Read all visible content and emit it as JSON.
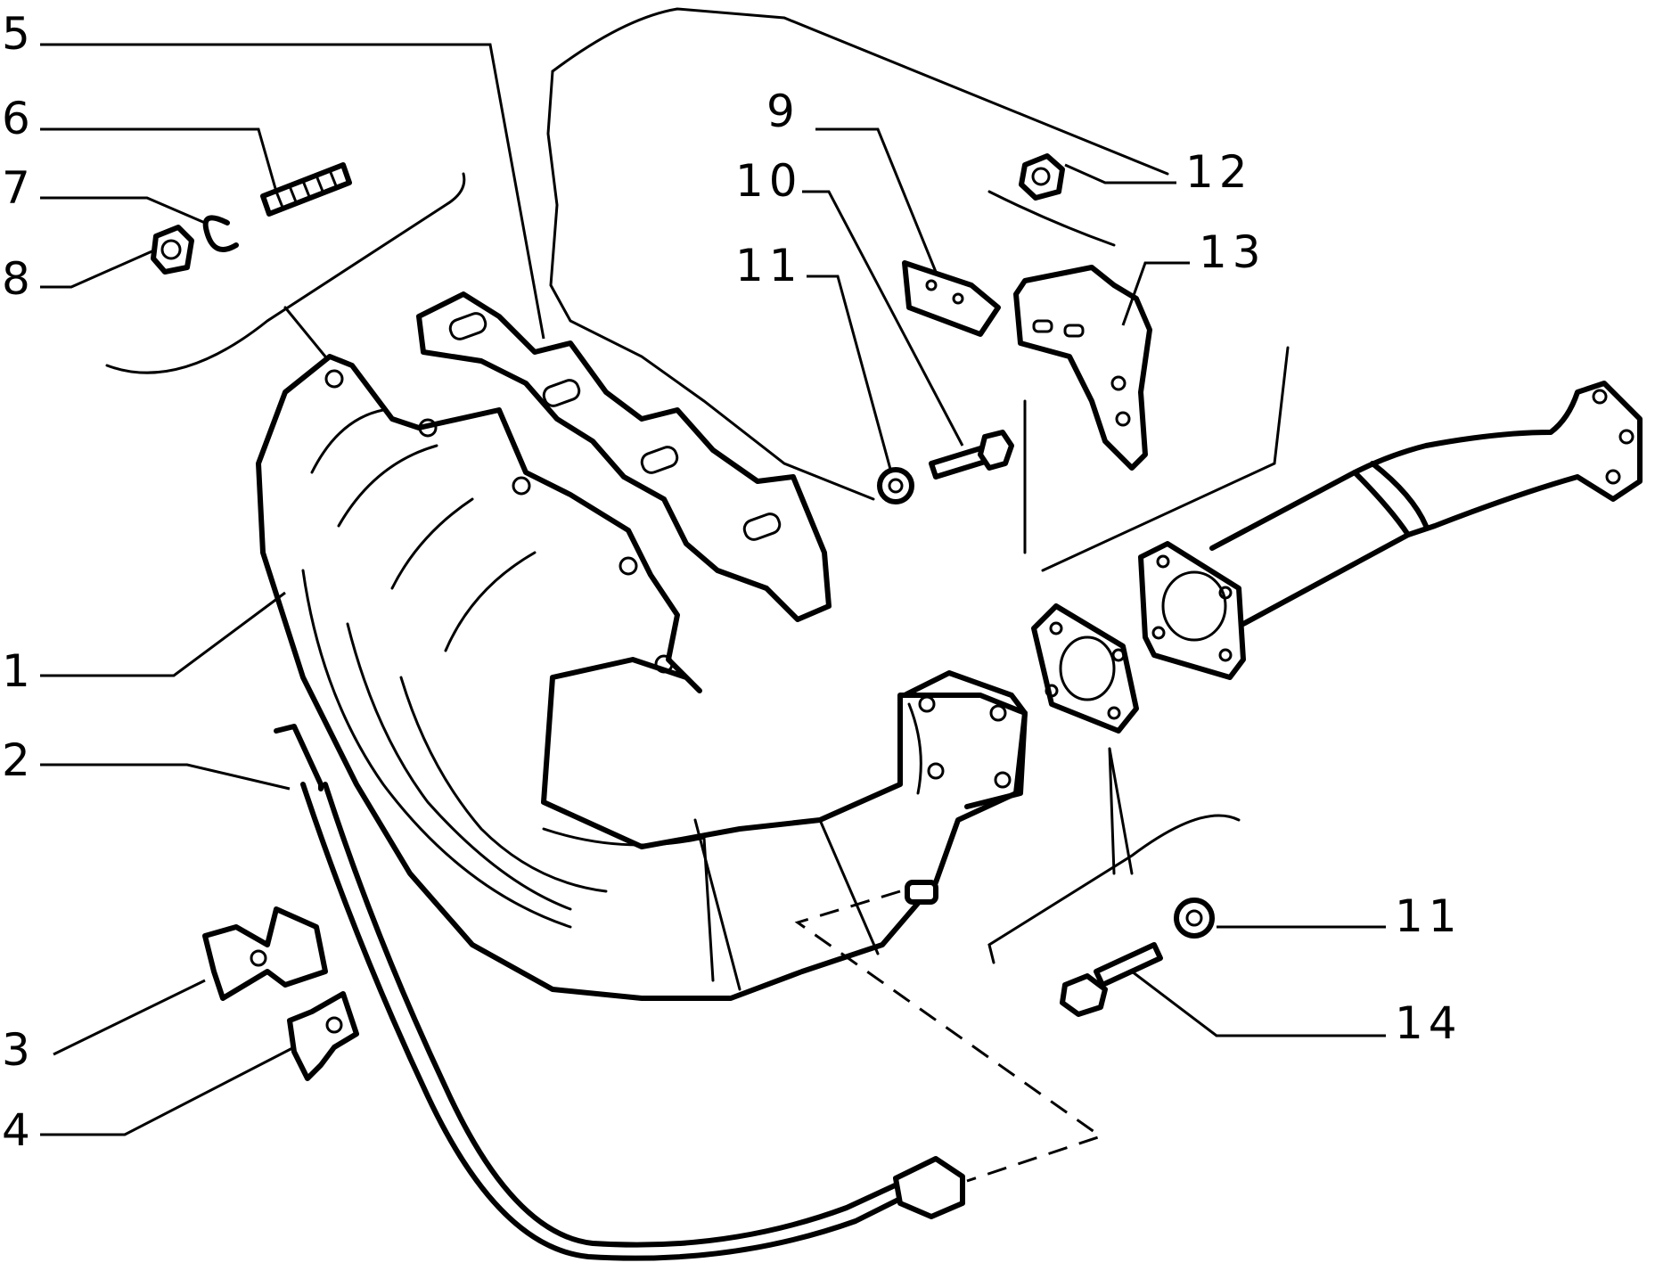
{
  "callouts": [
    {
      "id": "c1",
      "label": "1"
    },
    {
      "id": "c2",
      "label": "2"
    },
    {
      "id": "c3",
      "label": "3"
    },
    {
      "id": "c4",
      "label": "4"
    },
    {
      "id": "c5",
      "label": "5"
    },
    {
      "id": "c6",
      "label": "6"
    },
    {
      "id": "c7",
      "label": "7"
    },
    {
      "id": "c8",
      "label": "8"
    },
    {
      "id": "c9",
      "label": "9"
    },
    {
      "id": "c10",
      "label": "10"
    },
    {
      "id": "c11a",
      "label": "11"
    },
    {
      "id": "c11b",
      "label": "11"
    },
    {
      "id": "c12",
      "label": "12"
    },
    {
      "id": "c13",
      "label": "13"
    },
    {
      "id": "c14",
      "label": "14"
    }
  ]
}
